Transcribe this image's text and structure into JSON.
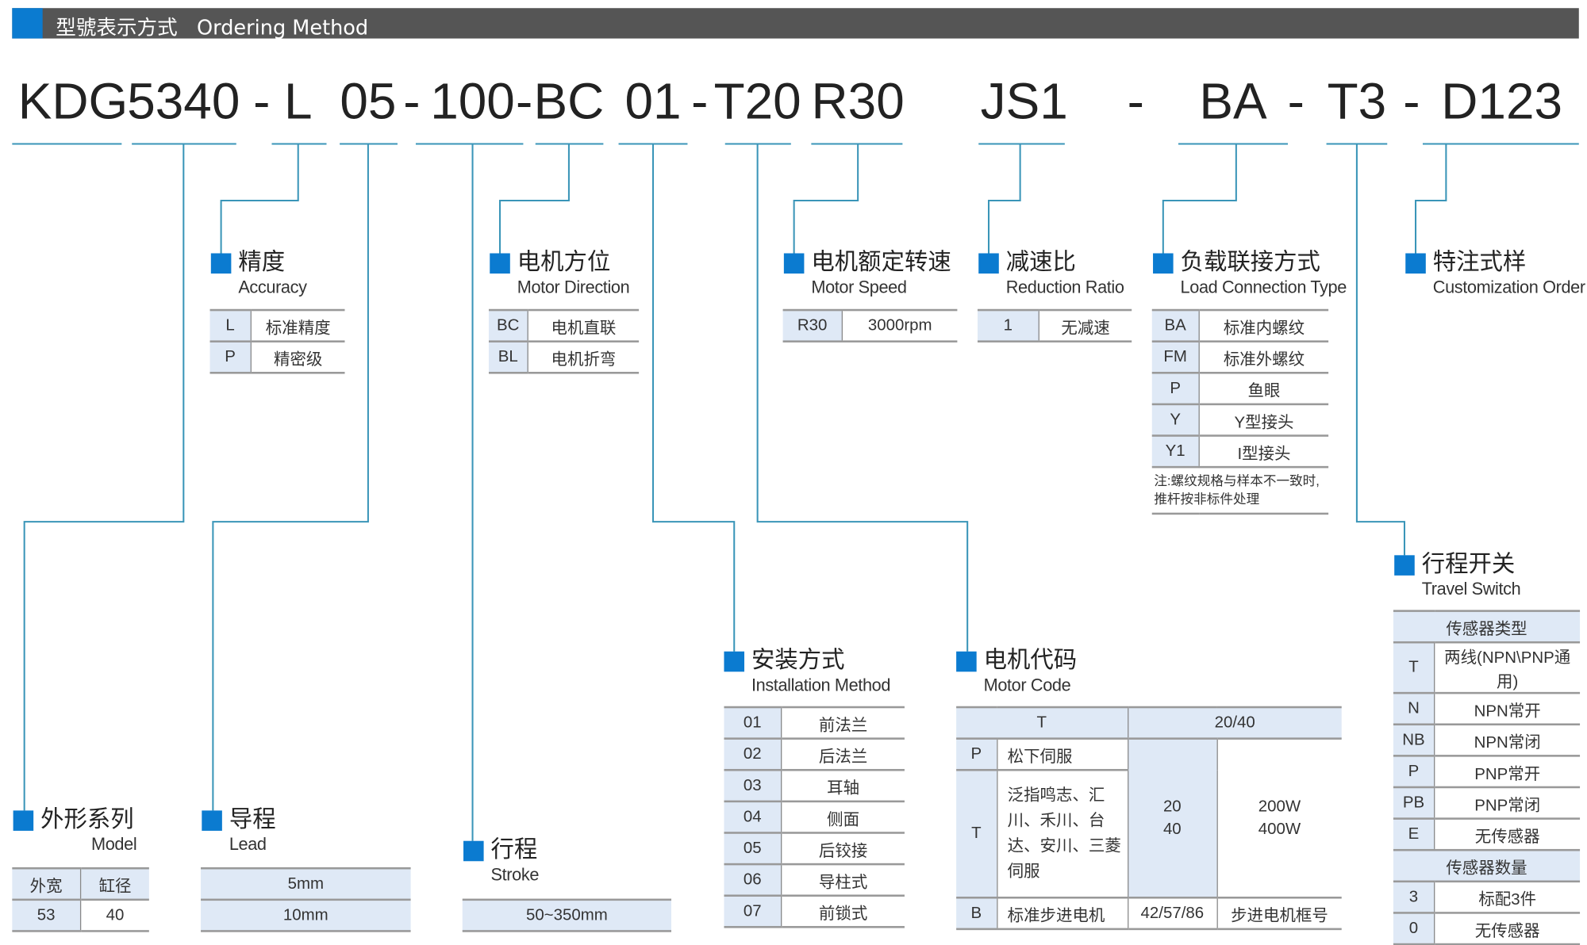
{
  "header": {
    "title": "型號表示方式   Ordering Method"
  },
  "code": [
    "KDG",
    "5340",
    "-",
    "L",
    "05",
    "-",
    "100",
    "-",
    "BC",
    "01",
    "-",
    "T20",
    "R30",
    "JS1",
    "-",
    "BA",
    "-",
    "T3",
    "-",
    "D123"
  ],
  "colors": {
    "accent": "#0b7bd0",
    "line": "#3a95b8",
    "header_bg": "#555555",
    "cell_bg": "#dfe9f6"
  },
  "sections": {
    "accuracy": {
      "cn": "精度",
      "en": "Accuracy",
      "rows": [
        [
          "L",
          "标准精度"
        ],
        [
          "P",
          "精密级"
        ]
      ]
    },
    "motor_direction": {
      "cn": "电机方位",
      "en": "Motor Direction",
      "rows": [
        [
          "BC",
          "电机直联"
        ],
        [
          "BL",
          "电机折弯"
        ]
      ]
    },
    "motor_speed": {
      "cn": "电机额定转速",
      "en": "Motor Speed",
      "rows": [
        [
          "R30",
          "3000rpm"
        ]
      ]
    },
    "reduction": {
      "cn": "减速比",
      "en": "Reduction Ratio",
      "rows": [
        [
          "1",
          "无减速"
        ]
      ]
    },
    "load": {
      "cn": "负载联接方式",
      "en": "Load Connection Type",
      "rows": [
        [
          "BA",
          "标准内螺纹"
        ],
        [
          "FM",
          "标准外螺纹"
        ],
        [
          "P",
          "鱼眼"
        ],
        [
          "Y",
          "Y型接头"
        ],
        [
          "Y1",
          "I型接头"
        ]
      ],
      "note": "注:螺纹规格与样本不一致时,推杆按非标件处理"
    },
    "custom": {
      "cn": "特注式样",
      "en": "Customization Order No."
    },
    "travel": {
      "cn": "行程开关",
      "en": "Travel Switch",
      "type_header": "传感器类型",
      "rows": [
        [
          "T",
          "两线(NPN\\PNP通用)"
        ],
        [
          "N",
          "NPN常开"
        ],
        [
          "NB",
          "NPN常闭"
        ],
        [
          "P",
          "PNP常开"
        ],
        [
          "PB",
          "PNP常闭"
        ],
        [
          "E",
          "无传感器"
        ]
      ],
      "qty_header": "传感器数量",
      "qty_rows": [
        [
          "3",
          "标配3件"
        ],
        [
          "0",
          "无传感器"
        ]
      ]
    },
    "installation": {
      "cn": "安装方式",
      "en": "Installation Method",
      "rows": [
        [
          "01",
          "前法兰"
        ],
        [
          "02",
          "后法兰"
        ],
        [
          "03",
          "耳轴"
        ],
        [
          "04",
          "侧面"
        ],
        [
          "05",
          "后铰接"
        ],
        [
          "06",
          "导柱式"
        ],
        [
          "07",
          "前锁式"
        ]
      ]
    },
    "motor_code": {
      "cn": "电机代码",
      "en": "Motor Code",
      "head": [
        "T",
        "20/40"
      ],
      "p_code": "P",
      "p_brand": "松下伺服",
      "t_code": "T",
      "t_brand": "泛指鸣志、汇川、禾川、台达、安川、三菱伺服",
      "size": "20\n40",
      "power": "200W\n400W",
      "b_code": "B",
      "b_brand": "标准步进电机",
      "b_size": "42/57/86",
      "b_desc": "步进电机框号"
    },
    "model": {
      "cn": "外形系列",
      "en": "Model",
      "head": [
        "外宽",
        "缸径"
      ],
      "row": [
        "53",
        "40"
      ]
    },
    "lead": {
      "cn": "导程",
      "en": "Lead",
      "rows": [
        "5mm",
        "10mm"
      ]
    },
    "stroke": {
      "cn": "行程",
      "en": "Stroke",
      "rows": [
        "50~350mm"
      ]
    }
  }
}
